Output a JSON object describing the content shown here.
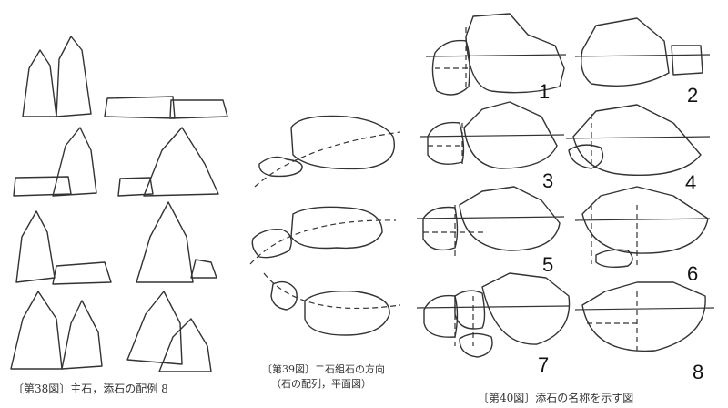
{
  "figures": [
    {
      "caption": "〔第38図〕主石，添石の配例 8"
    },
    {
      "caption_line1": "〔第39図〕二石組石の方向",
      "caption_line2": "（石の配列，平面図）"
    },
    {
      "caption": "〔第40図〕添石の名称を示す図",
      "panel_numbers": [
        "1",
        "2",
        "3",
        "4",
        "5",
        "6",
        "7",
        "8"
      ]
    }
  ]
}
